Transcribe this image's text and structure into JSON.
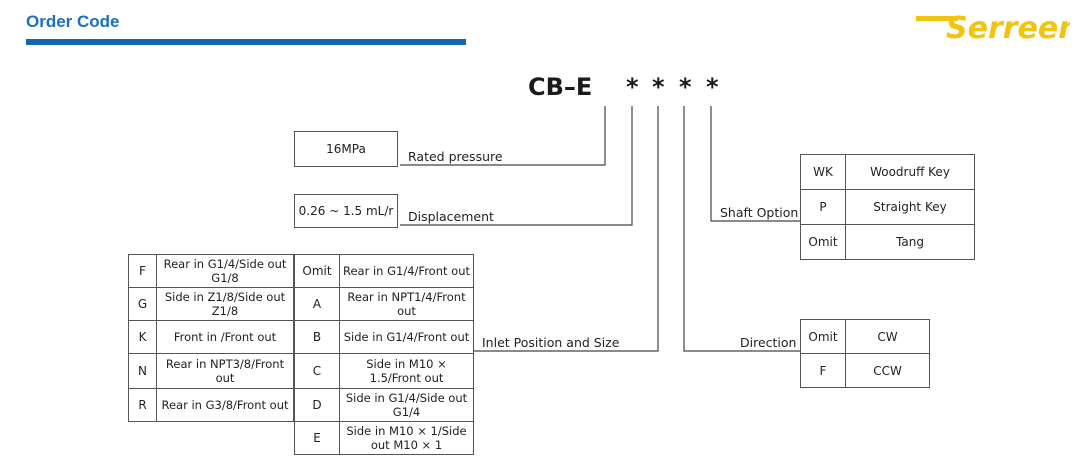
{
  "header": {
    "title": "Order Code"
  },
  "logo": {
    "text": "Serreen",
    "color": "#f2c40f"
  },
  "code": {
    "prefix": "CB–E",
    "placeholders": [
      "*",
      "*",
      "*",
      "*"
    ]
  },
  "rated": {
    "value": "16MPa",
    "label": "Rated pressure"
  },
  "displacement": {
    "value": "0.26 ~ 1.5 mL/r",
    "label": "Displacement"
  },
  "inlet": {
    "label": "Inlet Position and Size",
    "left_rows": [
      {
        "code": "F",
        "desc": "Rear in G1/4/Side out G1/8"
      },
      {
        "code": "G",
        "desc": "Side in Z1/8/Side out Z1/8"
      },
      {
        "code": "K",
        "desc": "Front in /Front out"
      },
      {
        "code": "N",
        "desc": "Rear in NPT3/8/Front out"
      },
      {
        "code": "R",
        "desc": "Rear in G3/8/Front out"
      }
    ],
    "right_rows": [
      {
        "code": "Omit",
        "desc": "Rear in G1/4/Front out"
      },
      {
        "code": "A",
        "desc": "Rear in NPT1/4/Front out"
      },
      {
        "code": "B",
        "desc": "Side in G1/4/Front out"
      },
      {
        "code": "C",
        "desc": "Side in M10 × 1.5/Front out"
      },
      {
        "code": "D",
        "desc": "Side in G1/4/Side out G1/4"
      },
      {
        "code": "E",
        "desc": "Side in M10 × 1/Side out M10 × 1"
      }
    ]
  },
  "shaft": {
    "label": "Shaft Option",
    "rows": [
      {
        "code": "WK",
        "desc": "Woodruff Key"
      },
      {
        "code": "P",
        "desc": "Straight Key"
      },
      {
        "code": "Omit",
        "desc": "Tang"
      }
    ]
  },
  "direction": {
    "label": "Direction",
    "rows": [
      {
        "code": "Omit",
        "desc": "CW"
      },
      {
        "code": "F",
        "desc": "CCW"
      }
    ]
  }
}
